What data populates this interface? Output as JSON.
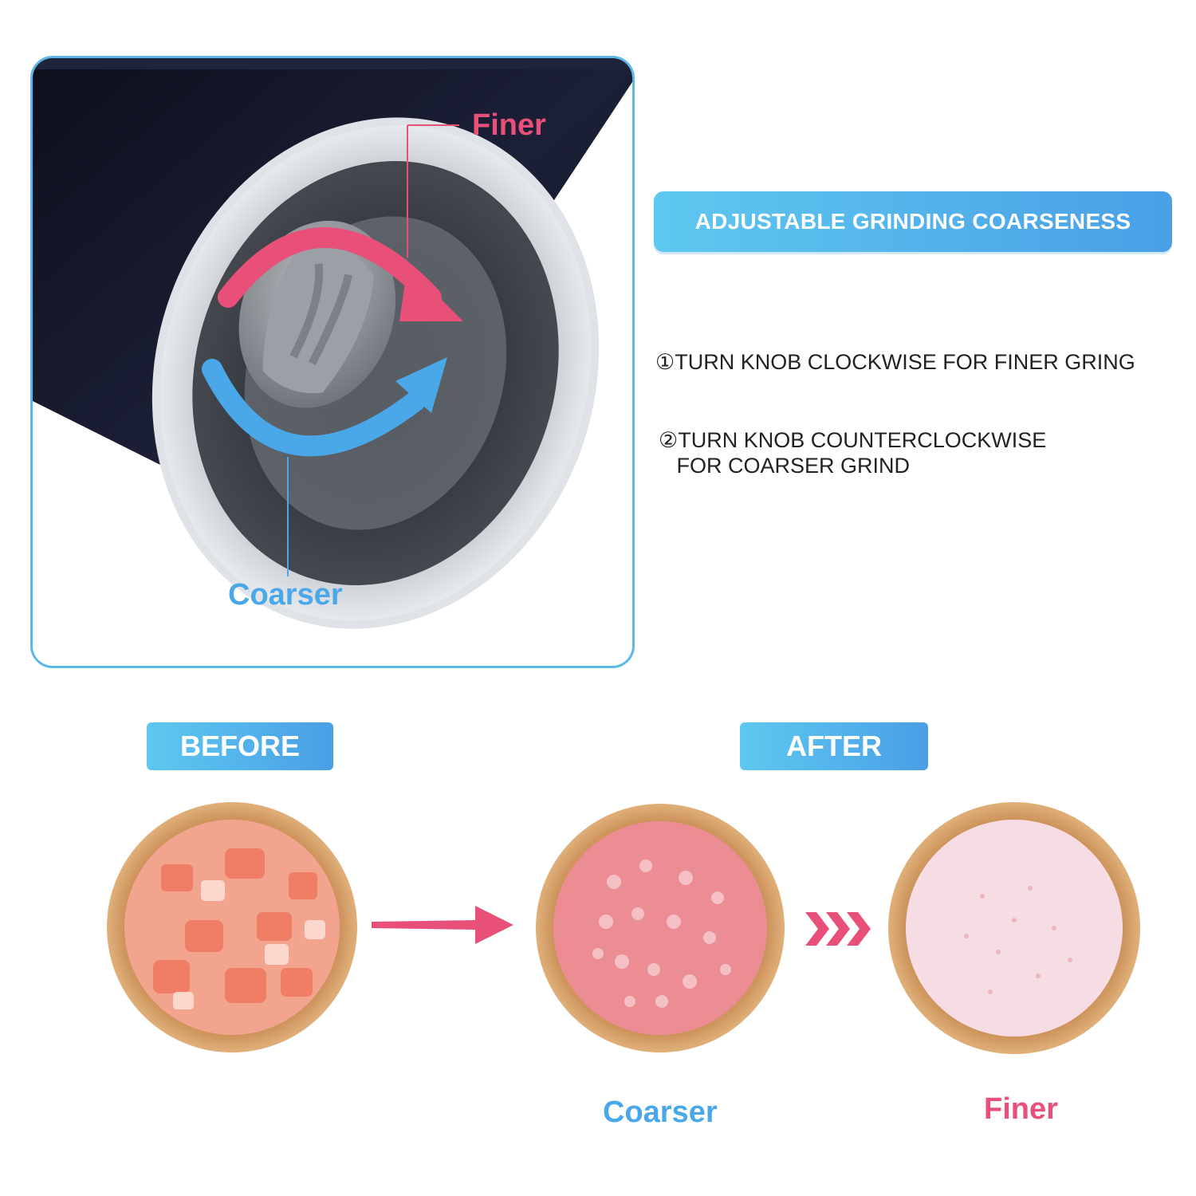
{
  "product_frame": {
    "label_finer": "Finer",
    "label_coarser": "Coarser"
  },
  "banner": {
    "title": "ADJUSTABLE GRINDING COARSENESS"
  },
  "instructions": {
    "step1": "①TURN KNOB CLOCKWISE FOR FINER GRING",
    "step2": "②TURN KNOB COUNTERCLOCKWISE\n   FOR COARSER GRIND"
  },
  "comparison": {
    "before_label": "BEFORE",
    "after_label": "AFTER",
    "coarser_label": "Coarser",
    "finer_label": "Finer"
  },
  "colors": {
    "accent_blue": "#4aa8e8",
    "accent_pink": "#e8507a",
    "frame_border": "#5cb7ea"
  },
  "icons": [
    "clockwise-arrow-icon",
    "counterclockwise-arrow-icon",
    "right-arrow-icon",
    "triple-chevron-icon"
  ]
}
